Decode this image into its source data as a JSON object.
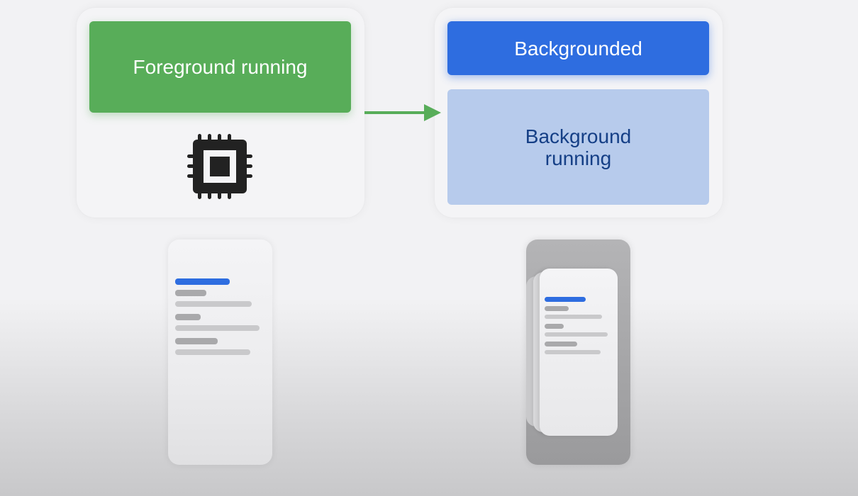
{
  "states": {
    "foreground_running": "Foreground running",
    "backgrounded": "Backgrounded",
    "background_running": "Background\nrunning"
  },
  "icons": {
    "processor": "cpu-chip-icon",
    "transition": "arrow-right-icon"
  },
  "colors": {
    "foreground": "#58ad59",
    "backgrounded": "#2e6de0",
    "background_running": "#b7cbec",
    "background_running_text": "#153f86",
    "arrow": "#58ad59",
    "chip": "#222222"
  }
}
